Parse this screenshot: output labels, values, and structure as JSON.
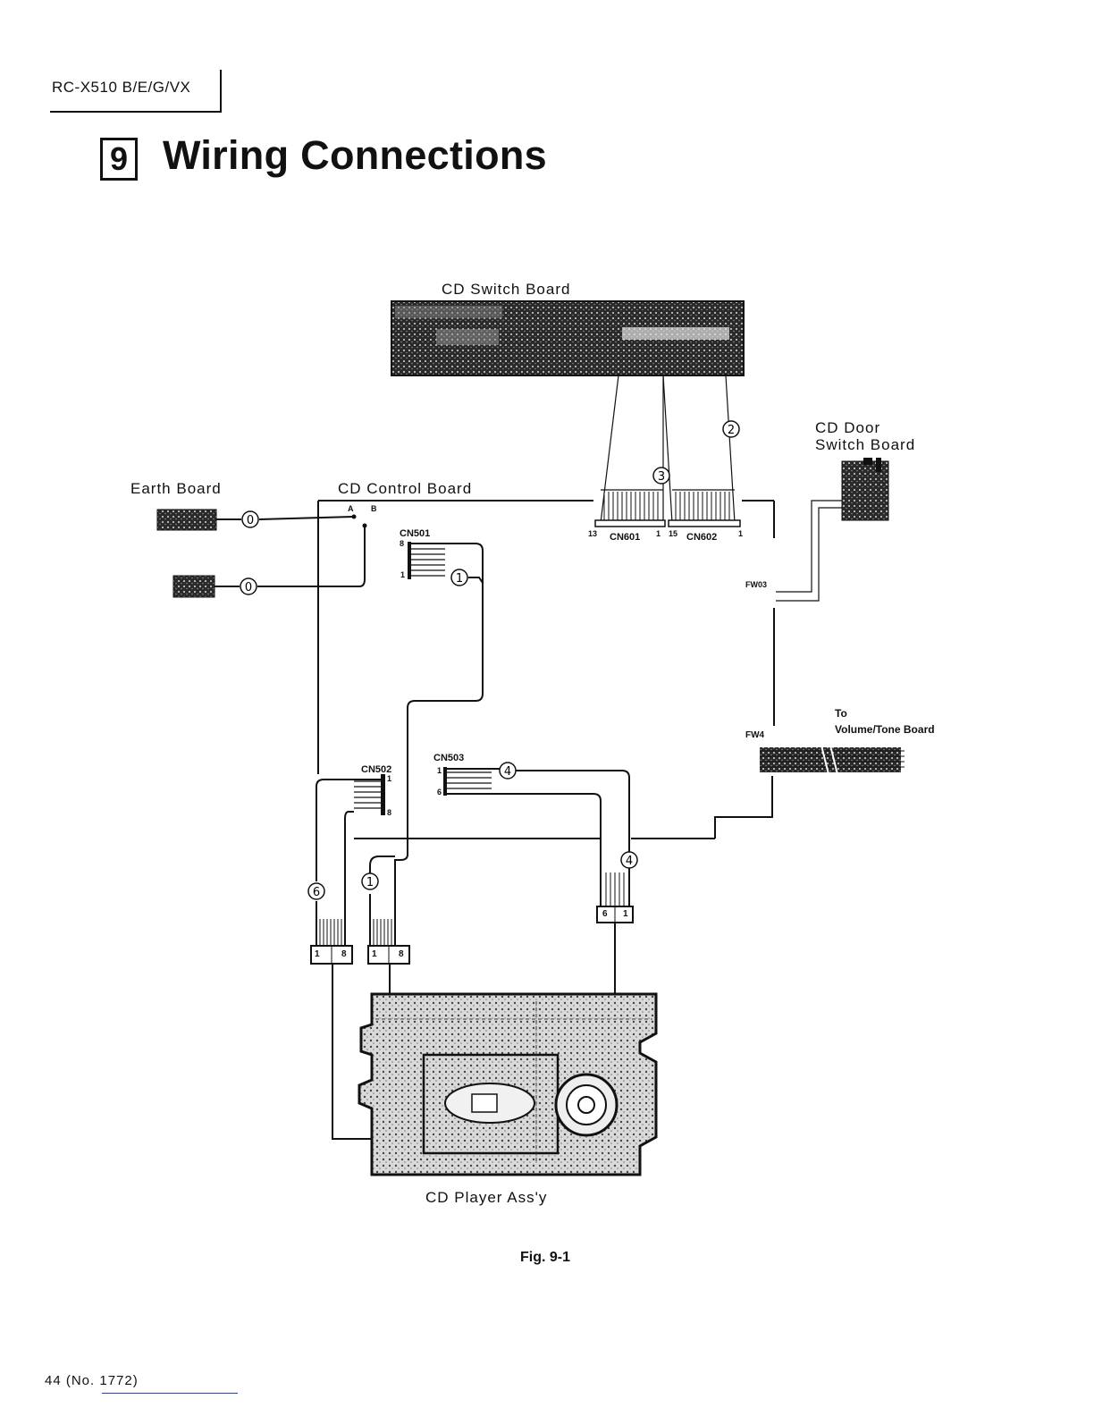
{
  "header": {
    "model": "RC-X510 B/E/G/VX",
    "section_number": "9",
    "section_title": "Wiring Connections"
  },
  "diagram": {
    "boards": {
      "cd_switch_board": "CD Switch Board",
      "cd_door_switch_board_line1": "CD Door",
      "cd_door_switch_board_line2": "Switch Board",
      "earth_board": "Earth Board",
      "cd_control_board": "CD Control Board",
      "cd_player_assy": "CD Player Ass'y",
      "to_volume_tone_line1": "To",
      "to_volume_tone_line2": "Volume/Tone Board"
    },
    "connectors": {
      "cn501": "CN501",
      "cn502": "CN502",
      "cn503": "CN503",
      "cn601": "CN601",
      "cn602": "CN602",
      "fw03": "FW03",
      "fw4": "FW4",
      "point_a": "A",
      "point_b": "B"
    },
    "pins": {
      "cn601_left": "13",
      "cn601_right": "1",
      "cn602_left": "15",
      "cn602_right": "1",
      "cn501_top": "8",
      "cn501_bottom": "1",
      "cn502_top": "1",
      "cn502_bottom": "8",
      "cn503_top": "1",
      "cn503_bottom": "6",
      "plug_6_1_left": "6",
      "plug_6_1_right": "1",
      "plug_a_left": "1",
      "plug_a_right": "8",
      "plug_b_left": "1",
      "plug_b_right": "8"
    },
    "wire_numbers": {
      "w0": "0",
      "w1": "1",
      "w2": "2",
      "w3": "3",
      "w4": "4",
      "w6": "6"
    },
    "figure_caption": "Fig. 9-1"
  },
  "footer": {
    "page": "44",
    "doc_number": "(No. 1772)"
  }
}
